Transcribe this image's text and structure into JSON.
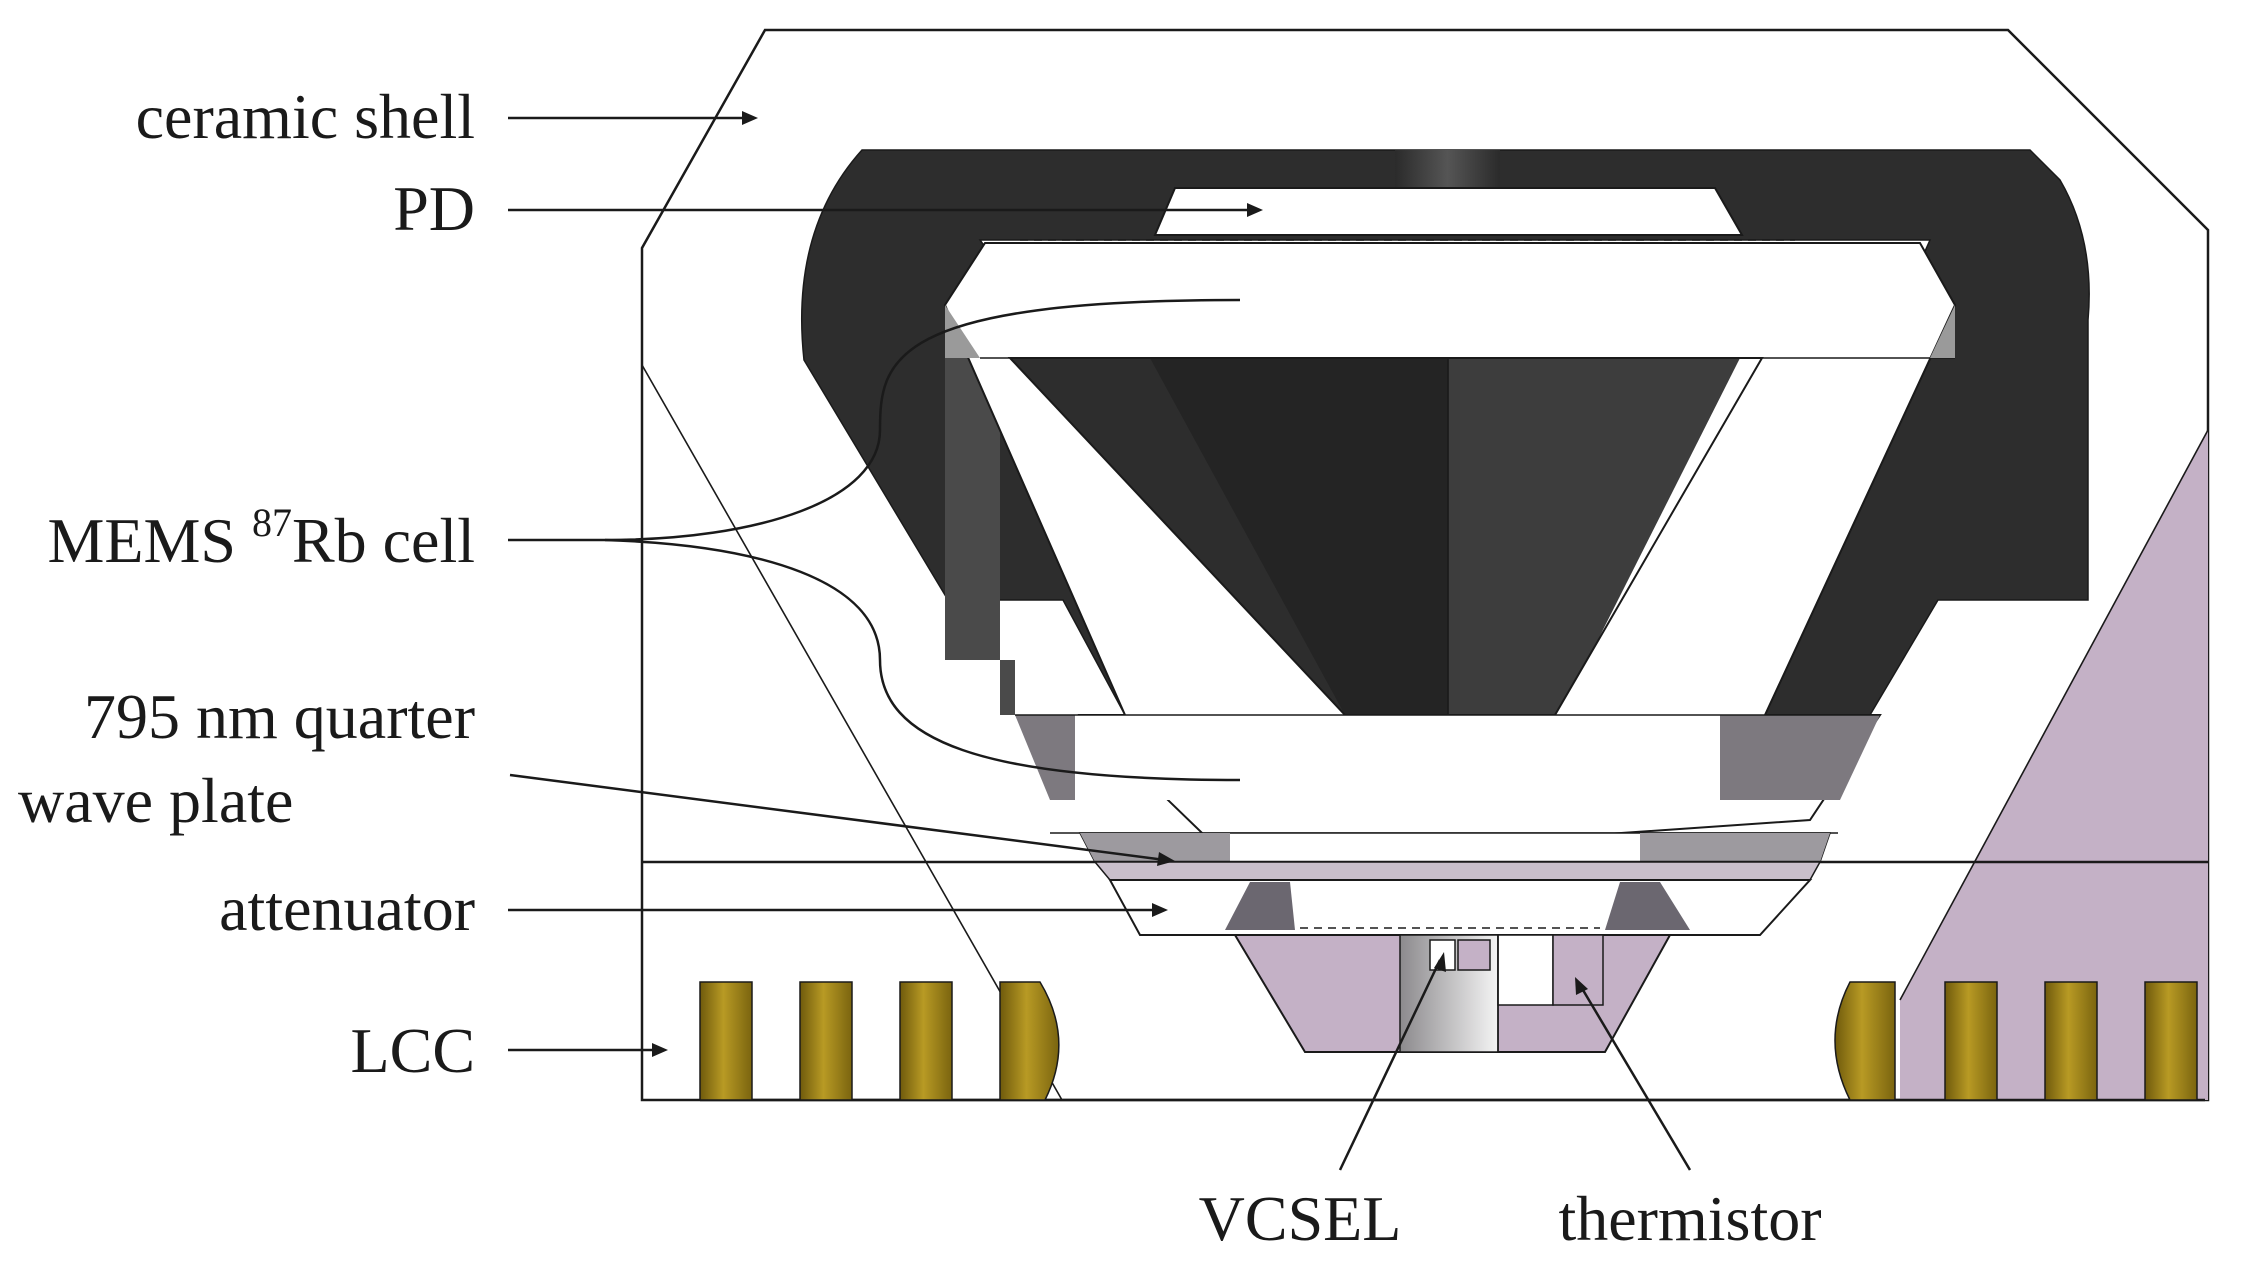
{
  "labels": {
    "ceramic_shell": "ceramic shell",
    "pd": "PD",
    "mems_prefix": "MEMS ",
    "mems_superscript": "87",
    "mems_suffix": "Rb cell",
    "qwp_line1": "795 nm quarter",
    "qwp_line2": "wave plate",
    "attenuator": "attenuator",
    "lcc": "LCC",
    "vcsel": "VCSEL",
    "thermistor": "thermistor"
  },
  "colors": {
    "outline": "#1a1a1a",
    "dark_body": "#2b2b2b",
    "mid_body": "#3c3c3c",
    "gray_band": "#7d797f",
    "light_gray_band": "#a9a5ab",
    "lavender": "#c4b1c6",
    "gold_pin": "#a88a1a",
    "white": "#ffffff"
  }
}
